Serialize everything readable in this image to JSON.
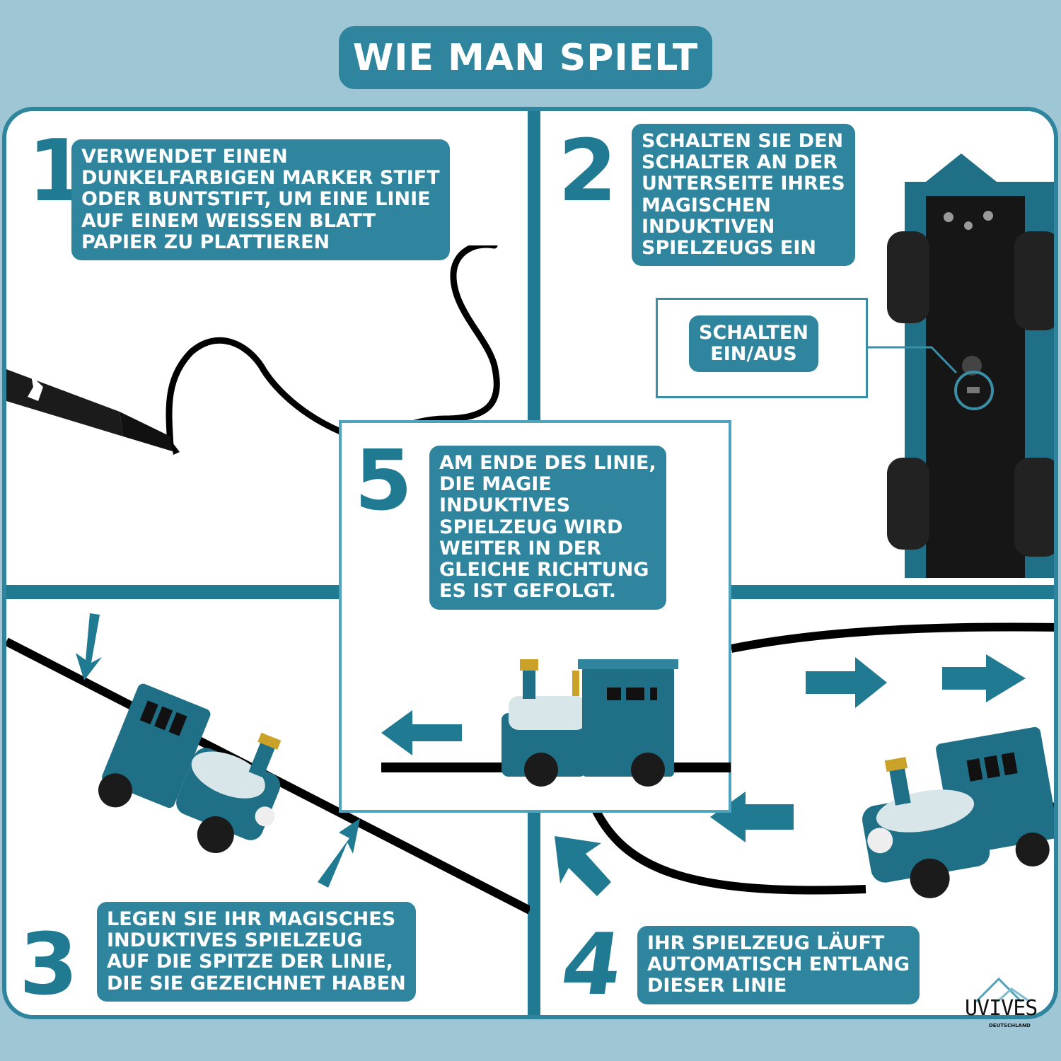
{
  "header": {
    "title": "WIE MAN SPIELT"
  },
  "colors": {
    "background": "#9fc6d5",
    "accent": "#2f859d",
    "accent_dark": "#1f7a92",
    "panel": "#ffffff",
    "line": "#000000"
  },
  "steps": [
    {
      "number": "1",
      "lines": [
        "VERWENDET EINEN",
        "DUNKELFARBIGEN MARKER STIFT",
        "ODER BUNTSTIFT, UM EINE LINIE",
        "AUF EINEM WEISSEN BLATT",
        "PAPIER ZU PLATTIEREN"
      ],
      "image": "marker-drawing-line"
    },
    {
      "number": "2",
      "lines": [
        "SCHALTEN SIE DEN",
        "SCHALTER AN DER",
        "UNTERSEITE IHRES",
        "MAGISCHEN",
        "INDUKTIVEN",
        "SPIELZEUGS EIN"
      ],
      "image": "train-underside",
      "callout": {
        "lines": [
          "SCHALTEN",
          "EIN/AUS"
        ]
      }
    },
    {
      "number": "3",
      "lines": [
        "LEGEN SIE IHR MAGISCHES",
        "INDUKTIVES SPIELZEUG",
        "AUF DIE SPITZE DER LINIE,",
        "DIE SIE GEZEICHNET HABEN"
      ],
      "image": "train-on-diagonal-line"
    },
    {
      "number": "4",
      "lines": [
        "IHR SPIELZEUG LÄUFT",
        "AUTOMATISCH ENTLANG",
        "DIESER LINIE"
      ],
      "image": "train-following-curve"
    },
    {
      "number": "5",
      "lines": [
        "AM ENDE DES LINIE,",
        "DIE MAGIE",
        "INDUKTIVES",
        "SPIELZEUG WIRD",
        "WEITER IN DER",
        "GLEICHE RICHTUNG",
        "ES IST GEFOLGT."
      ],
      "image": "train-side-view-arrow-left"
    }
  ],
  "logo": {
    "name": "UVIVES",
    "subtitle": "DEUTSCHLAND"
  }
}
